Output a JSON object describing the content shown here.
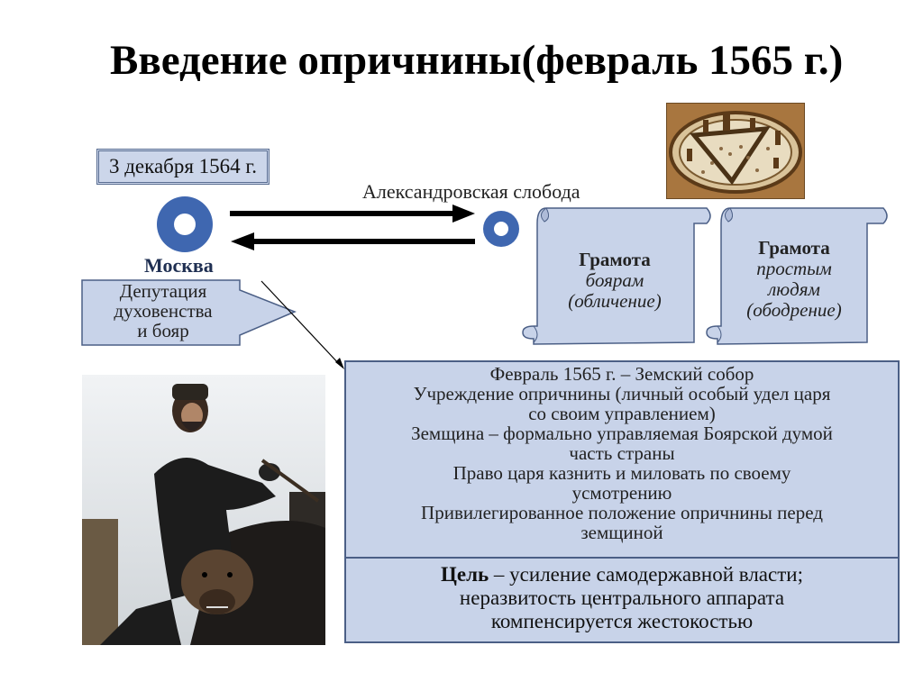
{
  "title": "Введение опричнины(февраль 1565 г.)",
  "date_label": "3 декабря 1564 г.",
  "moscow": "Москва",
  "sloboda": "Александровская слобода",
  "delegation": [
    "Депутация",
    "духовенства",
    "и бояр"
  ],
  "scroll_boyars": {
    "title": "Грамота",
    "lines": [
      "боярам",
      "(обличение)"
    ]
  },
  "scroll_people": {
    "title": "Грамота",
    "lines": [
      "простым",
      "людям",
      "(ободрение)"
    ]
  },
  "facts": [
    "Февраль 1565 г. – Земский собор",
    "Учреждение опричнины (личный особый удел царя",
    "со своим управлением)",
    "Земщина – формально управляемая Боярской думой",
    "часть страны",
    "Право царя казнить и миловать по своему",
    "усмотрению",
    "Привилегированное положение опричнины перед",
    "земщиной"
  ],
  "goal": {
    "label": "Цель",
    "line1": " – усиление самодержавной власти;",
    "line2": "неразвитость центрального аппарата",
    "line3": "компенсируется жестокостью"
  },
  "colors": {
    "box_fill": "#c8d3e9",
    "box_border": "#4b5f86",
    "circle_blue": "#3f67b0"
  }
}
